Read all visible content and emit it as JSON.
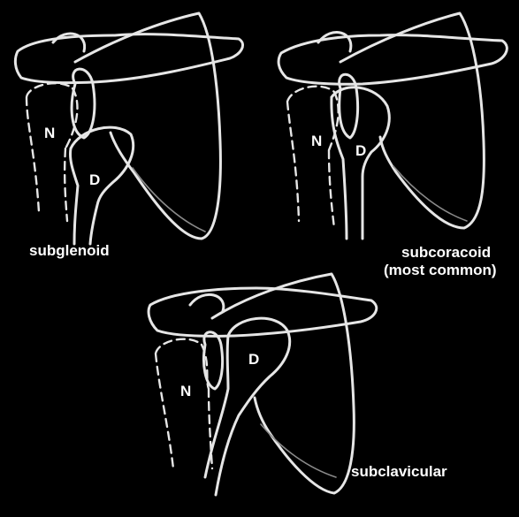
{
  "panels": [
    {
      "label": "subglenoid",
      "normal_letter": "N",
      "dislocated_letter": "D"
    },
    {
      "label_line1": "subcoracoid",
      "label_line2": "(most common)",
      "normal_letter": "N",
      "dislocated_letter": "D"
    },
    {
      "label": "subclavicular",
      "normal_letter": "N",
      "dislocated_letter": "D"
    }
  ],
  "colors": {
    "background": "#000000",
    "line": "#e6e6e6",
    "text": "#ffffff"
  }
}
